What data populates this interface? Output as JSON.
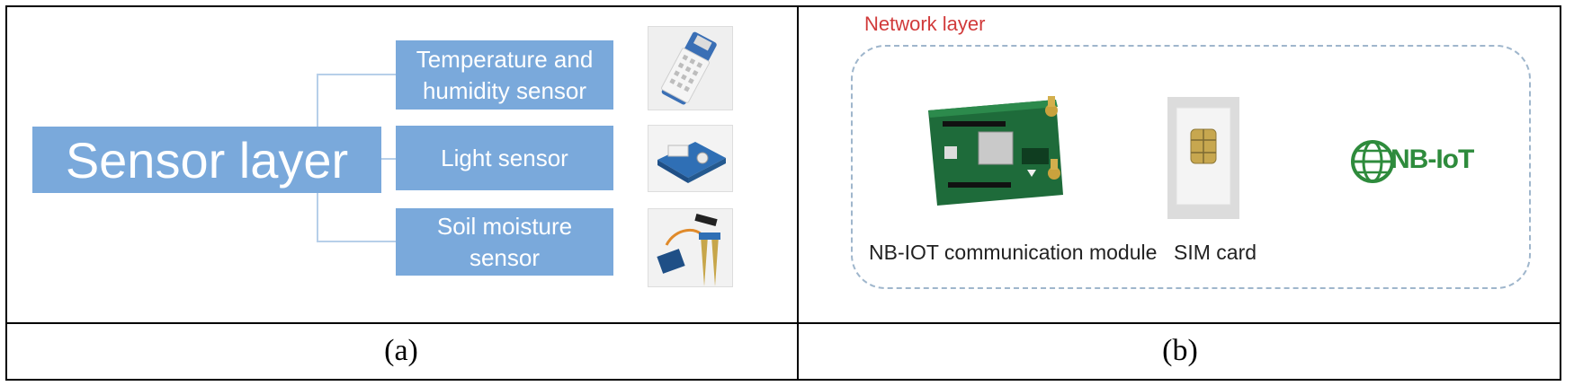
{
  "panel_a": {
    "caption": "(a)",
    "root_label": "Sensor layer",
    "sensors": [
      {
        "label": "Temperature and humidity sensor",
        "icon": "temperature-humidity-sensor-photo"
      },
      {
        "label": "Light sensor",
        "icon": "light-sensor-photo"
      },
      {
        "label": "Soil moisture sensor",
        "icon": "soil-moisture-sensor-photo"
      }
    ]
  },
  "panel_b": {
    "caption": "(b)",
    "title": "Network layer",
    "items": [
      {
        "label": "NB-IOT communication module",
        "icon": "nb-iot-module-photo"
      },
      {
        "label": "SIM card",
        "icon": "sim-card-photo"
      },
      {
        "label": "",
        "icon": "nb-iot-logo"
      }
    ],
    "logo_text": "NB-IoT"
  },
  "colors": {
    "box_fill": "#7aa9db",
    "connector": "#b7cfe9",
    "title_red": "#d13a3a",
    "nbiot_green": "#2e8b3c"
  }
}
